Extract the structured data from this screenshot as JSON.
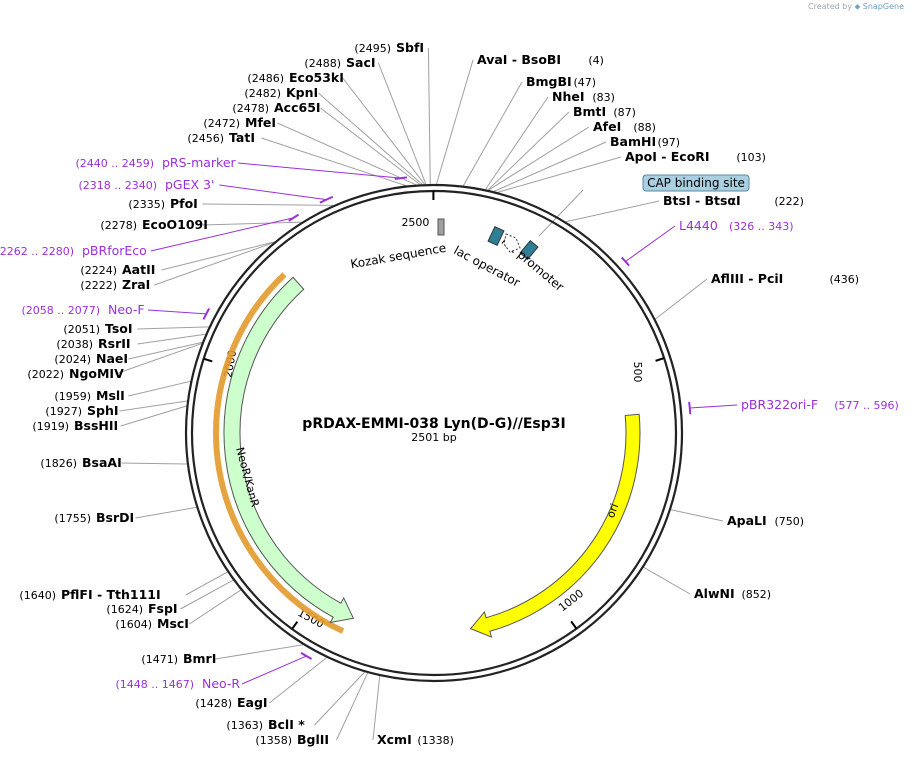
{
  "credit": {
    "prefix": "Created by",
    "brand": "SnapGene"
  },
  "plasmid": {
    "name": "pRDAX-EMMI-038   Lyn(D-G)//Esp3I",
    "length_label": "2501 bp",
    "length": 2501
  },
  "colors": {
    "enzyme_line": "#a0a0a0",
    "primer": "#9b30d9",
    "ori": "#ffff00",
    "neo": "#ccffcc",
    "neo_outline": "#e39a2b",
    "promoter": "#2e7f95",
    "cap": "#a9cfe0",
    "kozak": "#a0a0a0"
  },
  "ticks": [
    {
      "pos": 500,
      "label": "500"
    },
    {
      "pos": 1000,
      "label": "1000"
    },
    {
      "pos": 1500,
      "label": "1500"
    },
    {
      "pos": 2000,
      "label": "2000"
    },
    {
      "pos": 2500,
      "label": "2500"
    }
  ],
  "enzymes": [
    {
      "name": "SbfI",
      "pos": "(2495)",
      "site": 2495,
      "side": "left"
    },
    {
      "name": "SacI",
      "pos": "(2488)",
      "site": 2488,
      "side": "left"
    },
    {
      "name": "Eco53kI",
      "pos": "(2486)",
      "site": 2486,
      "side": "left"
    },
    {
      "name": "KpnI",
      "pos": "(2482)",
      "site": 2482,
      "side": "left"
    },
    {
      "name": "Acc65I",
      "pos": "(2478)",
      "site": 2478,
      "side": "left"
    },
    {
      "name": "MfeI",
      "pos": "(2472)",
      "site": 2472,
      "side": "left"
    },
    {
      "name": "TatI",
      "pos": "(2456)",
      "site": 2456,
      "side": "left"
    },
    {
      "name": "PfoI",
      "pos": "(2335)",
      "site": 2335,
      "side": "left"
    },
    {
      "name": "EcoO109I",
      "pos": "(2278)",
      "site": 2278,
      "side": "left"
    },
    {
      "name": "AatII",
      "pos": "(2224)",
      "site": 2224,
      "side": "left"
    },
    {
      "name": "ZraI",
      "pos": "(2222)",
      "site": 2222,
      "side": "left"
    },
    {
      "name": "TsoI",
      "pos": "(2051)",
      "site": 2051,
      "side": "left"
    },
    {
      "name": "RsrII",
      "pos": "(2038)",
      "site": 2038,
      "side": "left"
    },
    {
      "name": "NaeI",
      "pos": "(2024)",
      "site": 2024,
      "side": "left"
    },
    {
      "name": "NgoMIV",
      "pos": "(2022)",
      "site": 2022,
      "side": "left"
    },
    {
      "name": "MslI",
      "pos": "(1959)",
      "site": 1959,
      "side": "left"
    },
    {
      "name": "SphI",
      "pos": "(1927)",
      "site": 1927,
      "side": "left"
    },
    {
      "name": "BssHII",
      "pos": "(1919)",
      "site": 1919,
      "side": "left"
    },
    {
      "name": "BsaAI",
      "pos": "(1826)",
      "site": 1826,
      "side": "left"
    },
    {
      "name": "BsrDI",
      "pos": "(1755)",
      "site": 1755,
      "side": "left"
    },
    {
      "name": "PflFI  -  Tth111I",
      "pos": "(1640)",
      "site": 1640,
      "side": "left"
    },
    {
      "name": "FspI",
      "pos": "(1624)",
      "site": 1624,
      "side": "left"
    },
    {
      "name": "MscI",
      "pos": "(1604)",
      "site": 1604,
      "side": "left"
    },
    {
      "name": "BmrI",
      "pos": "(1471)",
      "site": 1471,
      "side": "left"
    },
    {
      "name": "EagI",
      "pos": "(1428)",
      "site": 1428,
      "side": "left"
    },
    {
      "name": "BclI *",
      "pos": "(1363)",
      "site": 1363,
      "side": "left"
    },
    {
      "name": "BglII",
      "pos": "(1358)",
      "site": 1358,
      "side": "left"
    },
    {
      "name": "XcmI",
      "pos": "(1338)",
      "site": 1338,
      "side": "right"
    },
    {
      "name": "AvaI  -  BsoBI",
      "pos": "(4)",
      "site": 4,
      "side": "right"
    },
    {
      "name": "BmgBI",
      "pos": "(47)",
      "site": 47,
      "side": "right"
    },
    {
      "name": "NheI",
      "pos": "(83)",
      "site": 83,
      "side": "right"
    },
    {
      "name": "BmtI",
      "pos": "(87)",
      "site": 87,
      "side": "right"
    },
    {
      "name": "AfeI",
      "pos": "(88)",
      "site": 88,
      "side": "right"
    },
    {
      "name": "BamHI",
      "pos": "(97)",
      "site": 97,
      "side": "right"
    },
    {
      "name": "ApoI  -  EcoRI",
      "pos": "(103)",
      "site": 103,
      "side": "right"
    },
    {
      "name": "BtsI  -  BtsαI",
      "pos": "(222)",
      "site": 222,
      "side": "right"
    },
    {
      "name": "AflIII  -  PciI",
      "pos": "(436)",
      "site": 436,
      "side": "right"
    },
    {
      "name": "ApaLI",
      "pos": "(750)",
      "site": 750,
      "side": "right"
    },
    {
      "name": "AlwNI",
      "pos": "(852)",
      "site": 852,
      "side": "right"
    }
  ],
  "primers": [
    {
      "name": "pRS-marker",
      "range": "(2440 .. 2459)",
      "start": 2440,
      "end": 2459,
      "side": "left"
    },
    {
      "name": "pGEX 3'",
      "range": "(2318 .. 2340)",
      "start": 2318,
      "end": 2340,
      "side": "left"
    },
    {
      "name": "pBRforEco",
      "range": "(2262 .. 2280)",
      "start": 2262,
      "end": 2280,
      "side": "left"
    },
    {
      "name": "Neo-F",
      "range": "(2058 .. 2077)",
      "start": 2058,
      "end": 2077,
      "side": "left"
    },
    {
      "name": "Neo-R",
      "range": "(1448 .. 1467)",
      "start": 1448,
      "end": 1467,
      "side": "left"
    },
    {
      "name": "L4440",
      "range": "(326 .. 343)",
      "start": 326,
      "end": 343,
      "side": "right"
    },
    {
      "name": "pBR322ori-F",
      "range": "(577 .. 596)",
      "start": 577,
      "end": 596,
      "side": "right"
    }
  ],
  "features": [
    {
      "name": "ori",
      "start": 589,
      "end": 1177,
      "direction": "forward",
      "color": "#ffff00"
    },
    {
      "name": "NeoR/KanR",
      "start": 1414,
      "end": 2208,
      "direction": "reverse",
      "color": "#ccffcc"
    },
    {
      "name": "lac promoter",
      "start": 131,
      "end": 161,
      "direction": "reverse",
      "color": "#2e7f95"
    },
    {
      "name": "lac operator",
      "start": 107,
      "end": 123,
      "direction": "forward",
      "color": "#ffffff"
    },
    {
      "name": "CAP binding site",
      "start": 175,
      "end": 196,
      "direction": "none",
      "color": "#a9cfe0"
    },
    {
      "name": "Kozak sequence",
      "start": 2488,
      "end": 2497,
      "direction": "none",
      "color": "#a0a0a0"
    }
  ]
}
